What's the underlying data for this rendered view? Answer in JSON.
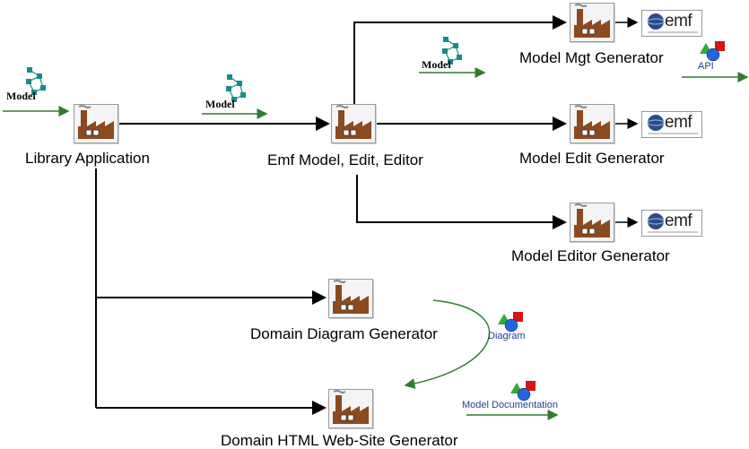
{
  "nodes": {
    "library": {
      "label": "Library Application"
    },
    "emf": {
      "label": "Emf Model, Edit, Editor"
    },
    "mgt": {
      "label": "Model Mgt Generator"
    },
    "edit": {
      "label": "Model Edit Generator"
    },
    "editor": {
      "label": "Model Editor Generator"
    },
    "diagram": {
      "label": "Domain Diagram Generator"
    },
    "html": {
      "label": "Domain HTML Web-Site Generator"
    }
  },
  "artifacts": {
    "model_label": "Model",
    "emf_logo_text": "emf",
    "api_label": "API",
    "diagram_label": "Diagram",
    "documentation_label": "Model Documentation"
  },
  "colors": {
    "factory": "#8b4a1f",
    "smoke": "#888888",
    "model_node": "#1a8a8a",
    "green_arrow": "#2e7d2e",
    "shape_triangle": "#33aa33",
    "shape_circle": "#2266dd",
    "shape_square": "#dd1111",
    "label_blue": "#1f3f8f"
  }
}
